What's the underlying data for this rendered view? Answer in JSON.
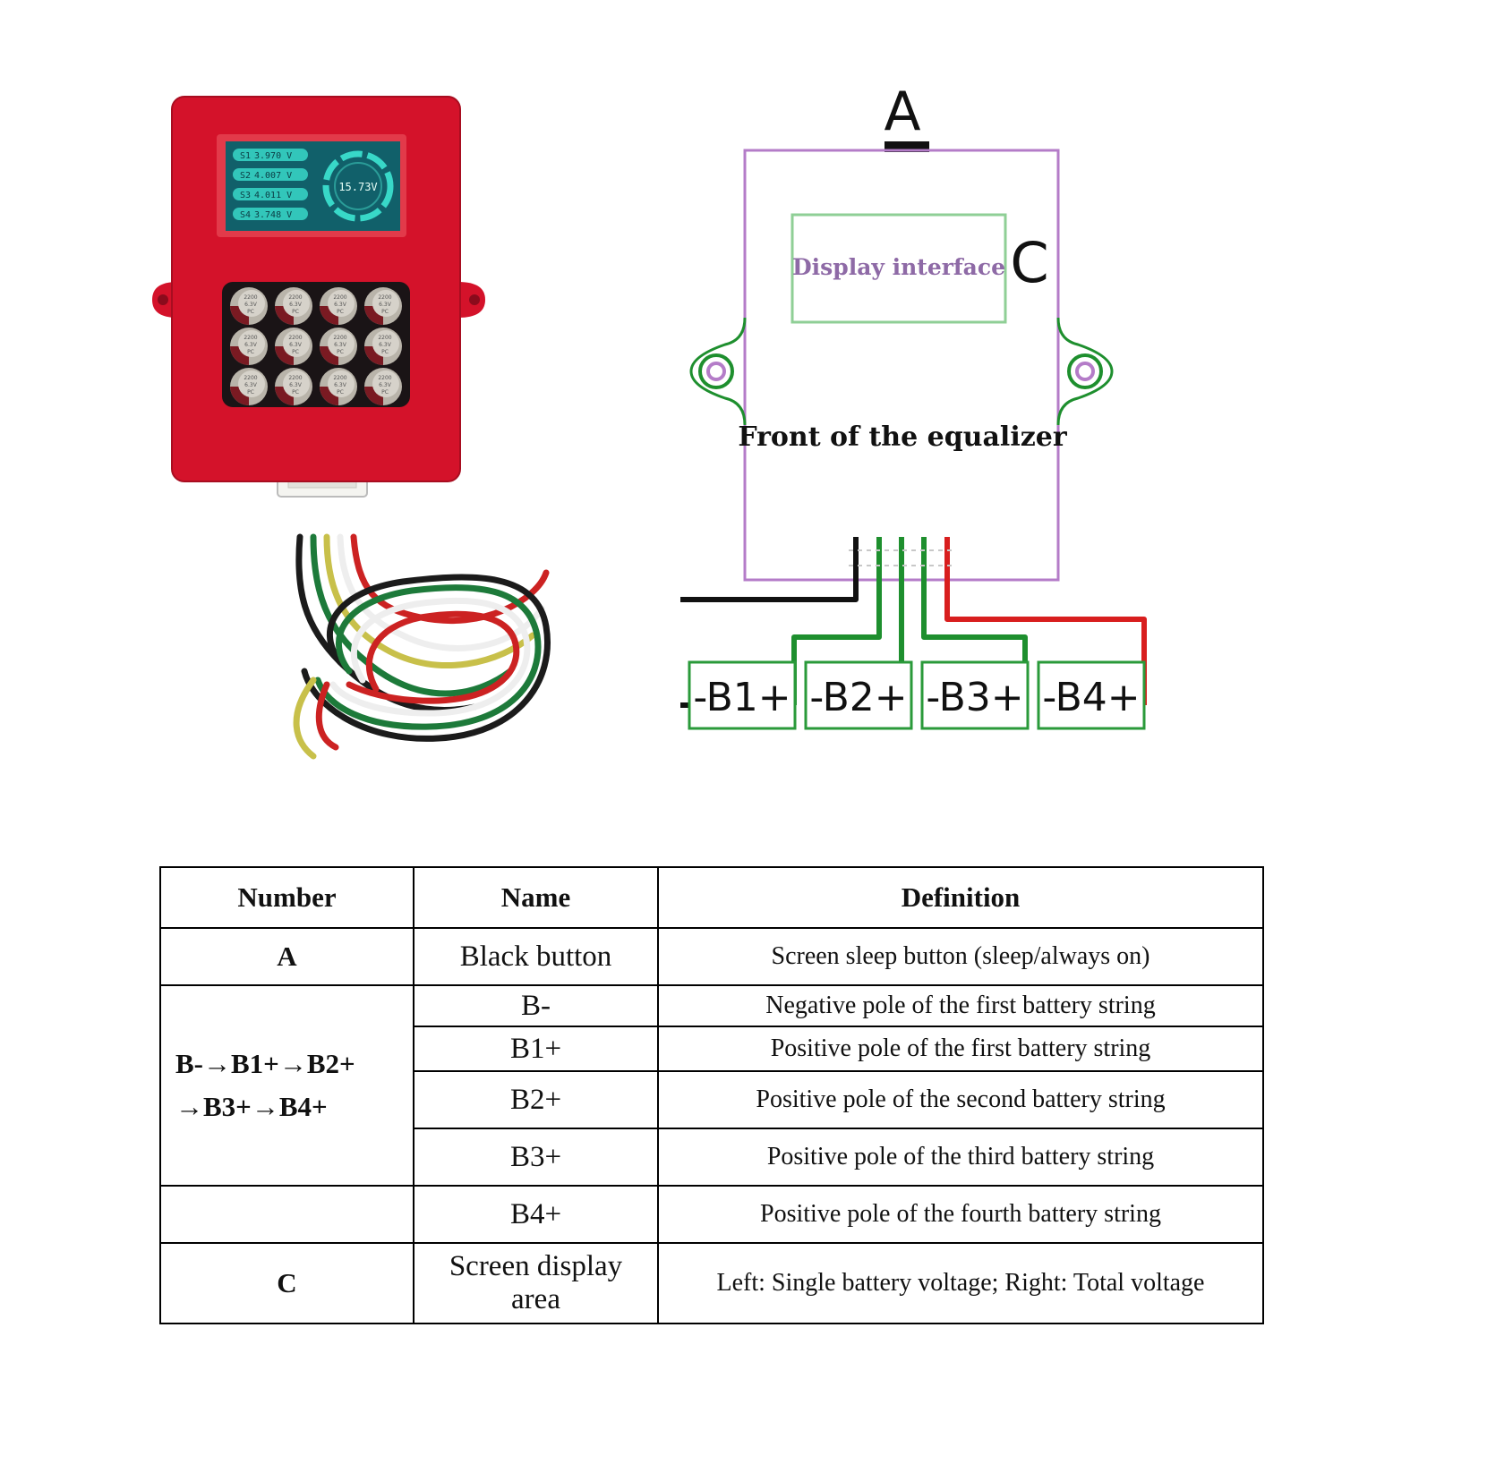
{
  "device": {
    "cell_readings": [
      {
        "label": "S1",
        "value": "3.970 V"
      },
      {
        "label": "S2",
        "value": "4.007 V"
      },
      {
        "label": "S3",
        "value": "4.011 V"
      },
      {
        "label": "S4",
        "value": "3.748 V"
      }
    ],
    "total_voltage": "15.73V",
    "capacitor_text": [
      "2200",
      "6.3V",
      "PC"
    ],
    "colors": {
      "case": "#d4122a",
      "screen": "#11606a",
      "readout": "#38d8c8"
    }
  },
  "diagram": {
    "label_a": "A",
    "label_c": "C",
    "display_label": "Display interface",
    "front_label": "Front of the equalizer",
    "terminals": [
      "-B1+",
      "-B2+",
      "-B3+",
      "-B4+"
    ],
    "colors": {
      "outline": "#b47cc8",
      "terminal": "#2a9a3a",
      "wire_green": "#1e8f2e",
      "wire_black": "#111111",
      "wire_red": "#d81e1e"
    }
  },
  "table": {
    "headers": [
      "Number",
      "Name",
      "Definition"
    ],
    "row_a": {
      "number": "A",
      "name": "Black button",
      "definition": "Screen sleep button (sleep/always on)"
    },
    "group_label_line1": "B-→B1+→B2+",
    "group_label_line2": "→B3+→B4+",
    "b_rows": [
      {
        "name": "B-",
        "definition": "Negative pole of the first battery string"
      },
      {
        "name": "B1+",
        "definition": "Positive pole of the first battery string"
      },
      {
        "name": "B2+",
        "definition": "Positive pole of the second battery string"
      },
      {
        "name": "B3+",
        "definition": "Positive pole of the third battery string"
      },
      {
        "name": "B4+",
        "definition": "Positive pole of the fourth battery string"
      }
    ],
    "row_c": {
      "number": "C",
      "name_line1": "Screen display",
      "name_line2": "area",
      "definition": "Left: Single battery voltage; Right: Total voltage"
    }
  }
}
